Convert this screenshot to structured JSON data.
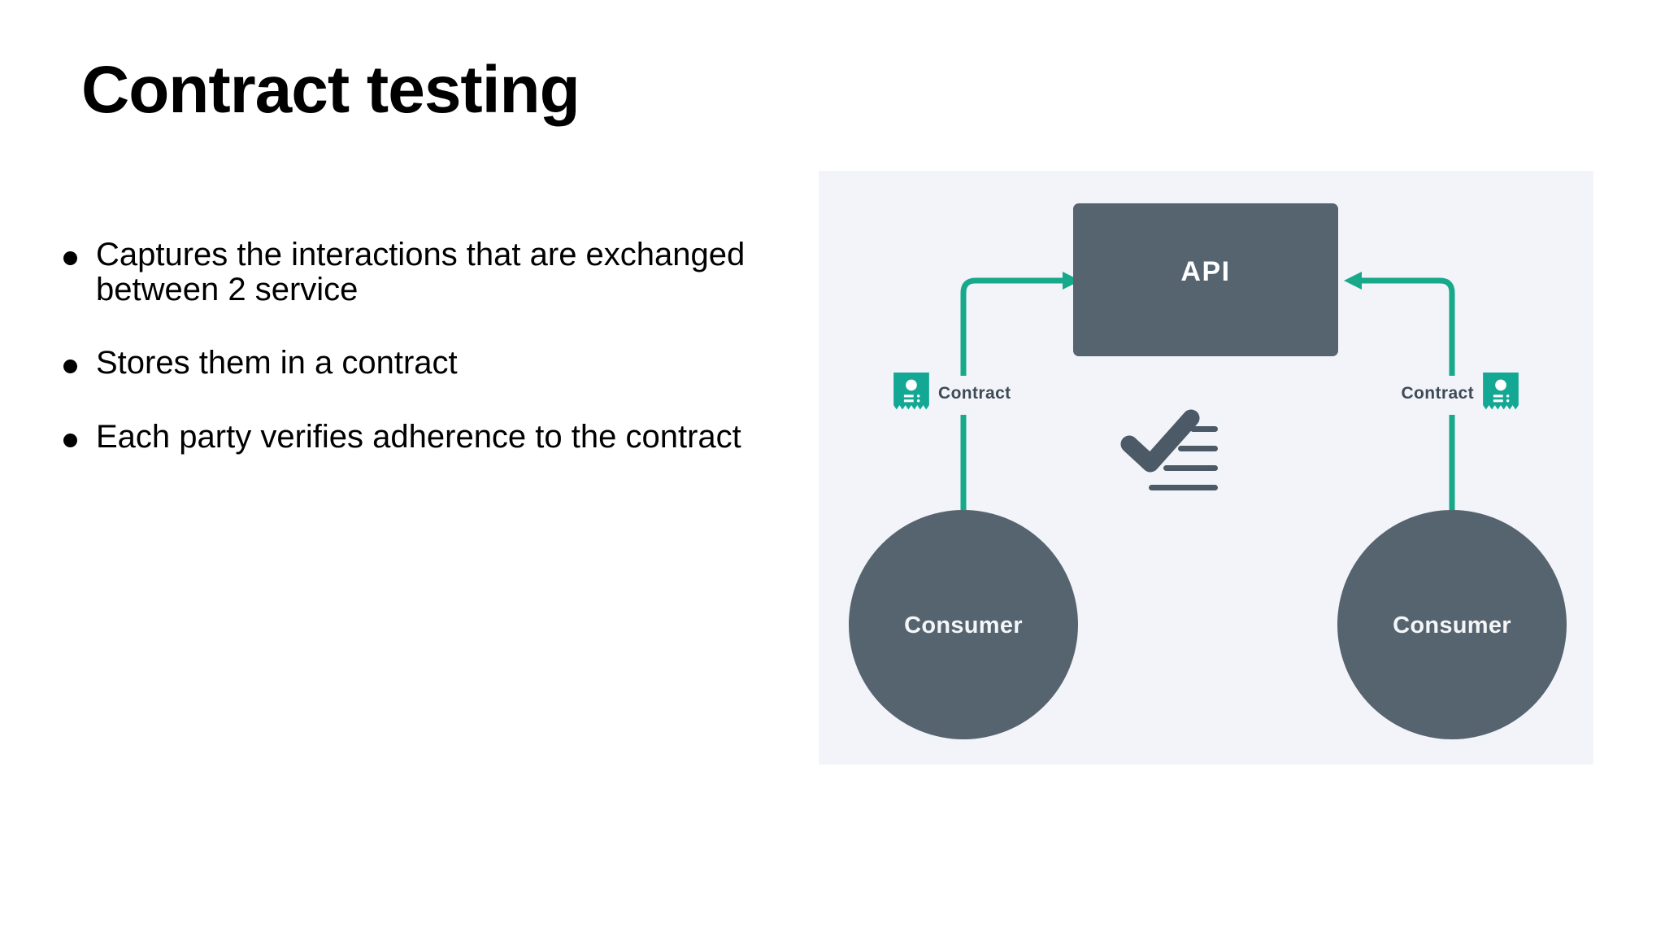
{
  "slide": {
    "title": "Contract testing",
    "background_color": "#ffffff",
    "bullets": [
      "Captures the interactions that are exchanged between 2 service",
      "Stores them in a contract",
      "Each party verifies adherence to the contract"
    ]
  },
  "diagram": {
    "panel_background": "#f2f4f9",
    "accent_color": "#17a98a",
    "node_color": "#56646f",
    "api": {
      "label": "API",
      "box_color": "#56646f",
      "text_color": "#ffffff"
    },
    "consumers": [
      {
        "label": "Consumer",
        "side": "left"
      },
      {
        "label": "Consumer",
        "side": "right"
      }
    ],
    "contracts": [
      {
        "label": "Contract",
        "side": "left",
        "icon": "contract-receipt-icon"
      },
      {
        "label": "Contract",
        "side": "right",
        "icon": "contract-receipt-icon"
      }
    ],
    "check": {
      "icon": "checklist-check-icon",
      "color": "#56646f",
      "line_count": 4
    },
    "arrows": [
      {
        "name": "left-consumer-to-api",
        "direction": "right",
        "color": "#17a98a"
      },
      {
        "name": "right-consumer-to-api",
        "direction": "left",
        "color": "#17a98a"
      }
    ]
  }
}
